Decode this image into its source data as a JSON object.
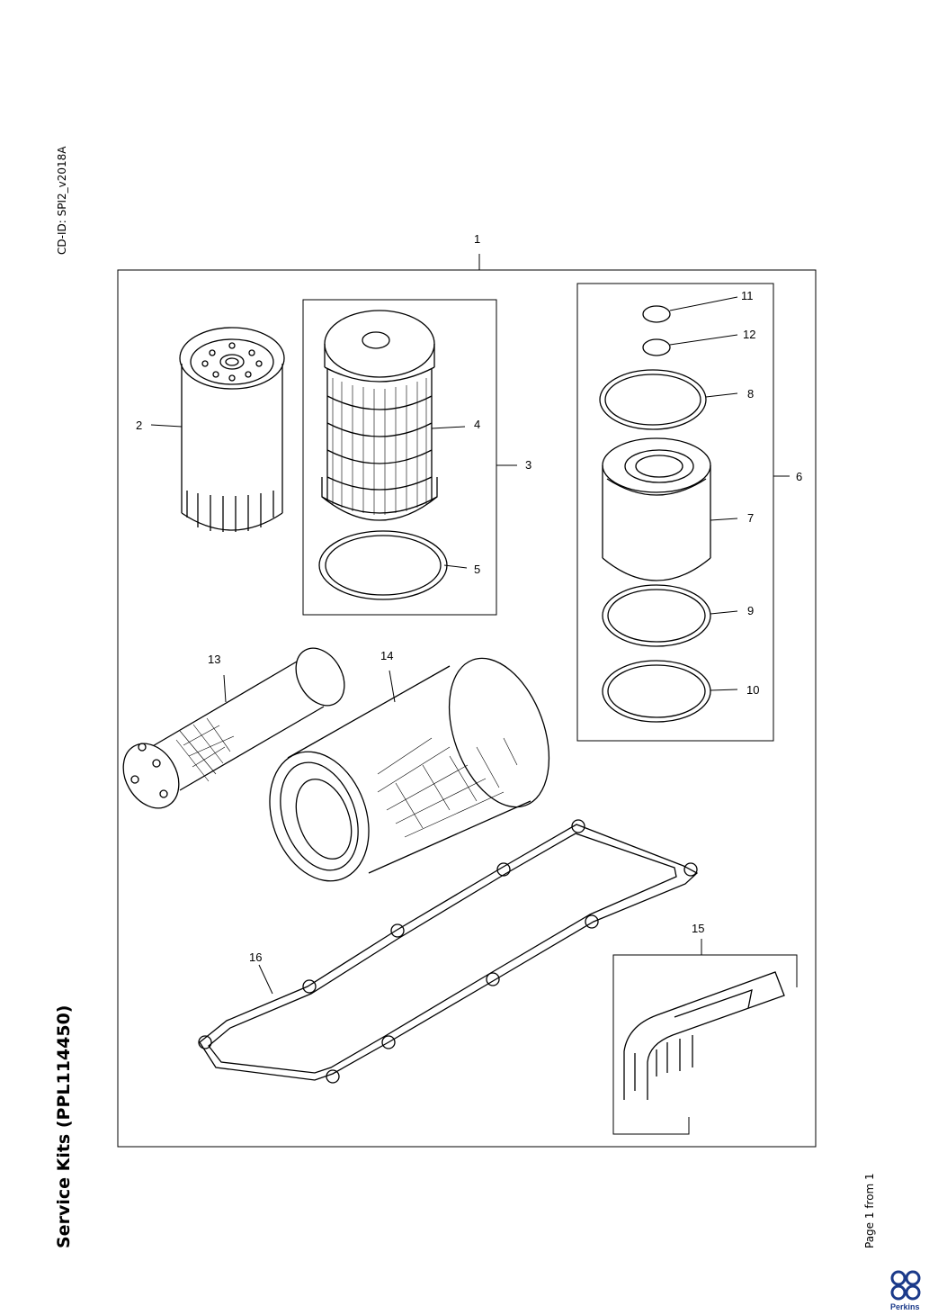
{
  "header": {
    "cd_id": "CD-ID: SPI2_v2018A",
    "title": "Service Kits (PPL114450)",
    "page_info": "Page 1 from 1"
  },
  "brand": {
    "name": "Perkins",
    "color": "#1b3a8a"
  },
  "callouts": {
    "c1": "1",
    "c2": "2",
    "c3": "3",
    "c4": "4",
    "c5": "5",
    "c6": "6",
    "c7": "7",
    "c8": "8",
    "c9": "9",
    "c10": "10",
    "c11": "11",
    "c12": "12",
    "c13": "13",
    "c14": "14",
    "c15": "15",
    "c16": "16"
  }
}
